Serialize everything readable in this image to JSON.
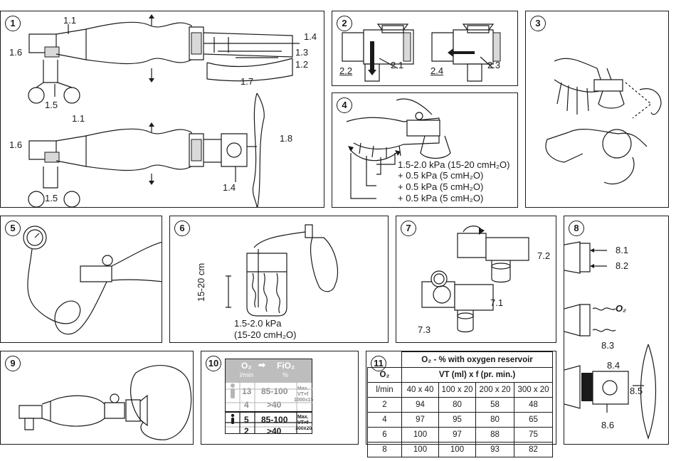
{
  "panels": [
    {
      "num": "1"
    },
    {
      "num": "2"
    },
    {
      "num": "3"
    },
    {
      "num": "4"
    },
    {
      "num": "5"
    },
    {
      "num": "6"
    },
    {
      "num": "7"
    },
    {
      "num": "8"
    },
    {
      "num": "9"
    },
    {
      "num": "10"
    },
    {
      "num": "11"
    }
  ],
  "p1": {
    "l1_1a": "1.1",
    "l1_6a": "1.6",
    "l1_5a": "1.5",
    "l1_4a": "1.4",
    "l1_3": "1.3",
    "l1_2": "1.2",
    "l1_7": "1.7",
    "l1_1b": "1.1",
    "l1_6b": "1.6",
    "l1_5b": "1.5",
    "l1_8": "1.8",
    "l1_4b": "1.4"
  },
  "p2": {
    "l2_1": "2.1",
    "l2_2": "2.2",
    "l2_3": "2.3",
    "l2_4": "2.4"
  },
  "p4": {
    "s1": "1.5-2.0 kPa (15-20 cmH₂O)",
    "s2": "+ 0.5 kPa (5 cmH₂O)",
    "s3": "+ 0.5 kPa (5 cmH₂O)",
    "s4": "+ 0.5 kPa (5 cmH₂O)"
  },
  "p6": {
    "height": "15-20 cm",
    "p1": "1.5-2.0 kPa",
    "p2": "(15-20 cmH₂O)"
  },
  "p7": {
    "l7_2": "7.2",
    "l7_1": "7.1",
    "l7_3": "7.3"
  },
  "p8": {
    "l8_1": "8.1",
    "l8_2": "8.2",
    "o2": "O₂",
    "l8_3": "8.3",
    "l8_4": "8.4",
    "l8_5": "8.5",
    "l8_6": "8.6"
  },
  "p10": {
    "o2": "O₂",
    "arrow": "➡",
    "fio2": "FiO₂",
    "unit1": "l/min",
    "unit2": "%",
    "r1_flow": "13",
    "r1_fio2": "85-100",
    "r2_flow": "4",
    "r2_fio2": ">40",
    "max_label": "Max.",
    "vf_label": "VT×f",
    "vf_adult": "1000x15",
    "r3_flow": "5",
    "r3_fio2": "85-100",
    "r4_flow": "2",
    "r4_fio2": ">40",
    "max_label2": "Max.",
    "vf_label2": "VT×f",
    "vf_child": "300x20"
  },
  "p11": {
    "title": "O₂ - % with oxygen reservoir",
    "o2": "O₂",
    "vtf": "VT (ml) x f (pr. min.)",
    "unit": "l/min",
    "cols": [
      "40 x 40",
      "100 x 20",
      "200 x 20",
      "300 x 20"
    ],
    "rows": [
      {
        "flow": "2",
        "values": [
          "94",
          "80",
          "58",
          "48"
        ]
      },
      {
        "flow": "4",
        "values": [
          "97",
          "95",
          "80",
          "65"
        ]
      },
      {
        "flow": "6",
        "values": [
          "100",
          "97",
          "88",
          "75"
        ]
      },
      {
        "flow": "8",
        "values": [
          "100",
          "100",
          "93",
          "82"
        ]
      }
    ]
  }
}
